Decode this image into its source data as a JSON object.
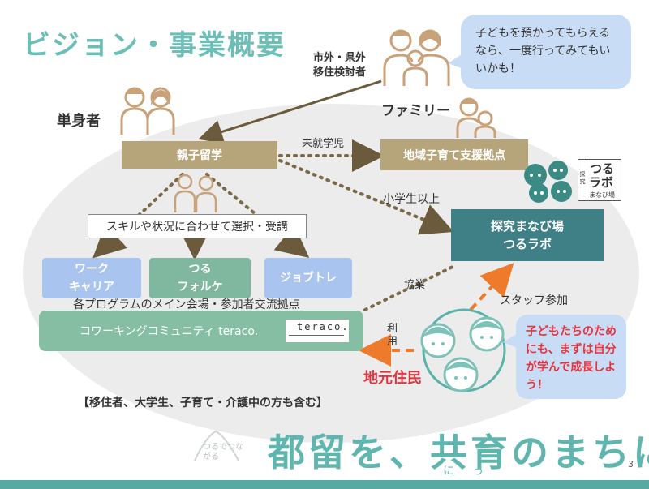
{
  "title": "ビジョン・事業概要",
  "prospects_label_l1": "市外・県外",
  "prospects_label_l2": "移住検討者",
  "single_label": "単身者",
  "family_label": "ファミリー",
  "question_bubble": "子どもを預かってもらえるなら、一度行ってみてもいいかも！",
  "parent_child_study": "親子留学",
  "preschool_label": "未就学児",
  "local_childcare_hub": "地域子育て支援拠点",
  "elementary_label": "小学生以上",
  "tsuru_lab_logo_l1": "つる",
  "tsuru_lab_logo_l2": "ラボ",
  "tsuru_lab_logo_sub": "まなび場",
  "tsuru_lab_logo_side": "探究",
  "inquiry_place_l1": "探究まなび場",
  "inquiry_place_l2": "つるラボ",
  "skill_select": "スキルや状況に合わせて選択・受講",
  "program_work_l1": "ワーク",
  "program_work_l2": "キャリア",
  "program_folke_l1": "つる",
  "program_folke_l2": "フォルケ",
  "program_job": "ジョブトレ",
  "collab_label": "協業",
  "staff_label": "スタッフ参加",
  "main_venue_label": "各プログラムのメイン会場・参加者交流拠点",
  "coworking": "コワーキングコミュニティ teraco.",
  "teraco_logo": "teraco.",
  "use_label": "利用",
  "locals_label": "地元住民",
  "answer_bubble": "子どもたちのためにも、まずは自分が学んで成長しよう！",
  "target_note": "【移住者、大学生、子育て・介護中の方も含む】",
  "slogan": "都留を、共育のまちに",
  "slogan_ruby": "にっ",
  "stamp_text": "つるでつながる",
  "page_number": "3",
  "colors": {
    "title": "#6bbfb7",
    "khaki": "#b6a57a",
    "teal_box": "#3f7f86",
    "blue_box": "#a9c4ee",
    "mint_box": "#7fb79f",
    "arrow_dotted": "#7a6a48",
    "arrow_orange": "#ee7a2b",
    "locals_red": "#e5343d"
  }
}
